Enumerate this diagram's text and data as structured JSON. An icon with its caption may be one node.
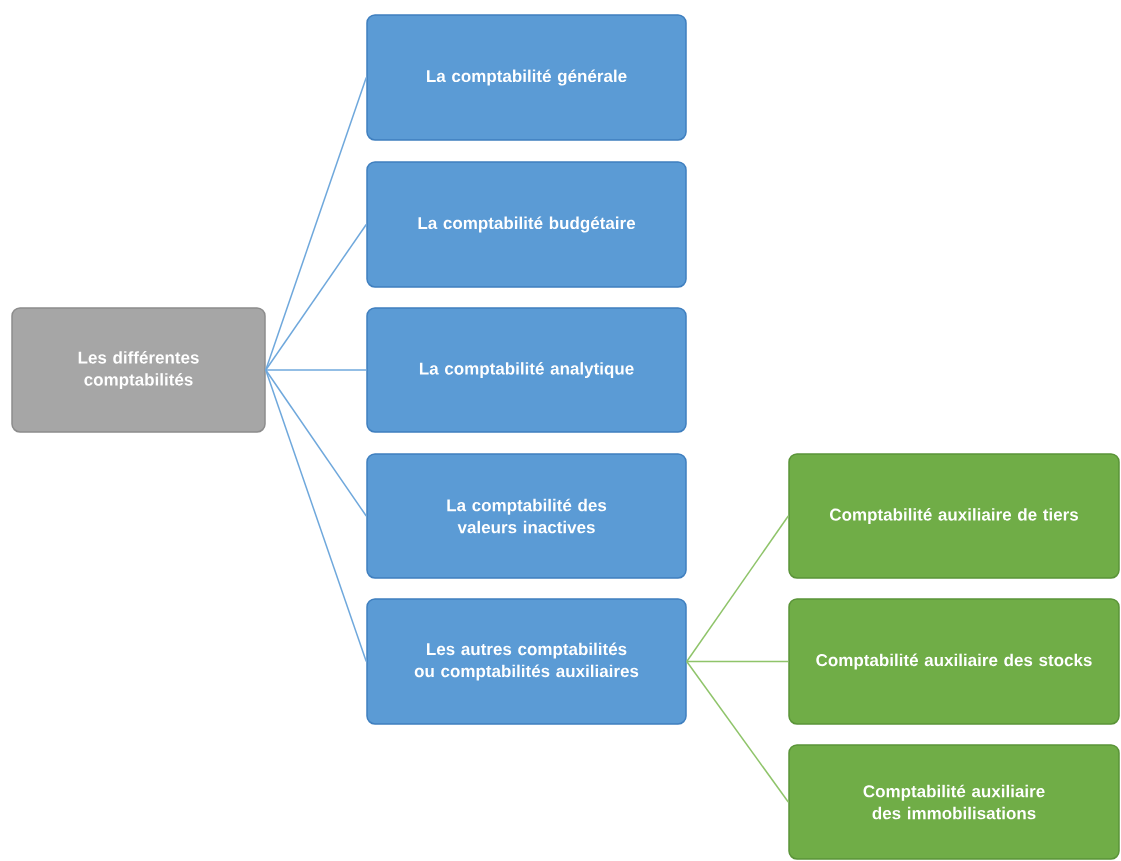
{
  "diagram": {
    "nodes": [
      {
        "text": [
          "Les différentes comptabilités"
        ]
      },
      {
        "text": [
          "La comptabilité générale"
        ]
      },
      {
        "text": [
          "La comptabilité budgétaire"
        ]
      },
      {
        "text": [
          "La comptabilité analytique"
        ]
      },
      {
        "text": [
          "La comptabilité des valeurs inactives"
        ]
      },
      {
        "text": [
          "Les autres comptabilités ou comptabilités auxiliaires"
        ]
      },
      {
        "text": [
          "Comptabilité auxiliaire de tiers"
        ]
      },
      {
        "text": [
          "Comptabilité auxiliaire des stocks"
        ]
      },
      {
        "text": [
          "Comptabilité auxiliaire des immobilisations"
        ]
      }
    ],
    "edges": [
      {
        "from": 0,
        "to": 1,
        "arrow": "none"
      },
      {
        "from": 0,
        "to": 2,
        "arrow": "none"
      },
      {
        "from": 0,
        "to": 3,
        "arrow": "none"
      },
      {
        "from": 0,
        "to": 4,
        "arrow": "none"
      },
      {
        "from": 0,
        "to": 5,
        "arrow": "none"
      },
      {
        "from": 5,
        "to": 6,
        "arrow": "none",
        "color": "#8fc46a"
      },
      {
        "from": 5,
        "to": 7,
        "arrow": "none",
        "color": "#8fc46a"
      },
      {
        "from": 5,
        "to": 8,
        "arrow": "none",
        "color": "#8fc46a"
      }
    ]
  }
}
